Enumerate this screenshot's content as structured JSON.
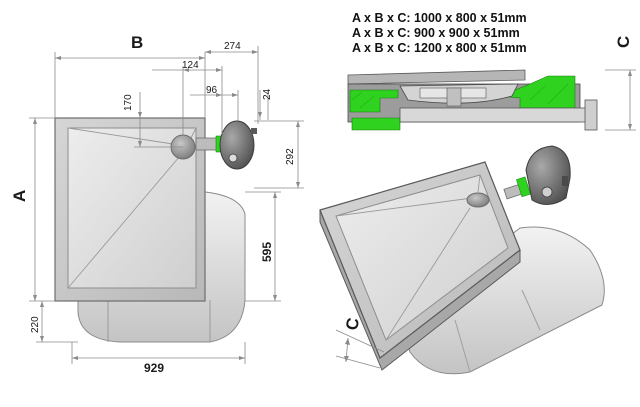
{
  "specs": [
    "A x B x C: 1000 x 800 x 51mm",
    "A x B x C: 900 x 900 x 51mm",
    "A x B x C: 1200 x 800 x 51mm"
  ],
  "labels": {
    "A": "A",
    "B": "B",
    "C_top": "C",
    "C_iso": "C"
  },
  "dimensions": {
    "d274": "274",
    "d124": "124",
    "d96": "96",
    "d24": "24",
    "d170": "170",
    "d292": "292",
    "d595": "595",
    "d220": "220",
    "d929": "929"
  },
  "colors": {
    "tray": "#c9c9c9",
    "tray_inner": "#dcdcdc",
    "tray_edge": "#6d6d6d",
    "accent_green": "#2fd21f",
    "dim_line": "#8a8a8a"
  }
}
